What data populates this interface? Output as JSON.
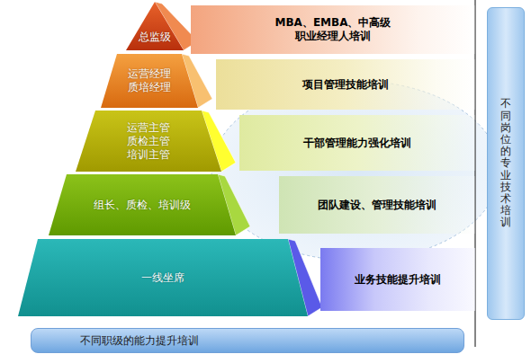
{
  "diagram": {
    "nodes": [
      {
        "text": [
          "总监级"
        ]
      },
      {
        "text": [
          "MBA、EMBA、中高级 职业经理人培训"
        ]
      },
      {
        "text": [
          "运营经理 质培经理"
        ]
      },
      {
        "text": [
          "项目管理技能培训"
        ]
      },
      {
        "text": [
          "运营主管 质检主管 培训主管"
        ]
      },
      {
        "text": [
          "干部管理能力强化培训"
        ]
      },
      {
        "text": [
          "组长、质检、培训级"
        ]
      },
      {
        "text": [
          "团队建设、管理技能培训"
        ]
      },
      {
        "text": [
          "一线坐席"
        ]
      },
      {
        "text": [
          "业务技能提升培训"
        ]
      },
      {
        "text": [
          "不同岗位的专业技术培训"
        ]
      },
      {
        "text": [
          "不同职级的能力提升培训"
        ]
      }
    ]
  }
}
